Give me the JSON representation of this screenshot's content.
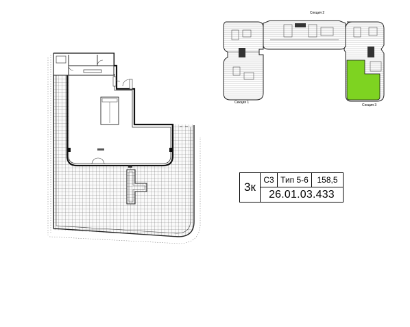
{
  "apartment": {
    "rooms": "3к",
    "section": "С3",
    "type": "Тип 5-6",
    "area": "158,5",
    "code": "26.01.03.433"
  },
  "keyplan": {
    "section1_label": "Секция 1",
    "section2_label": "Секция 2",
    "section3_label": "Секция 3",
    "highlight_color": "#7ed321"
  }
}
